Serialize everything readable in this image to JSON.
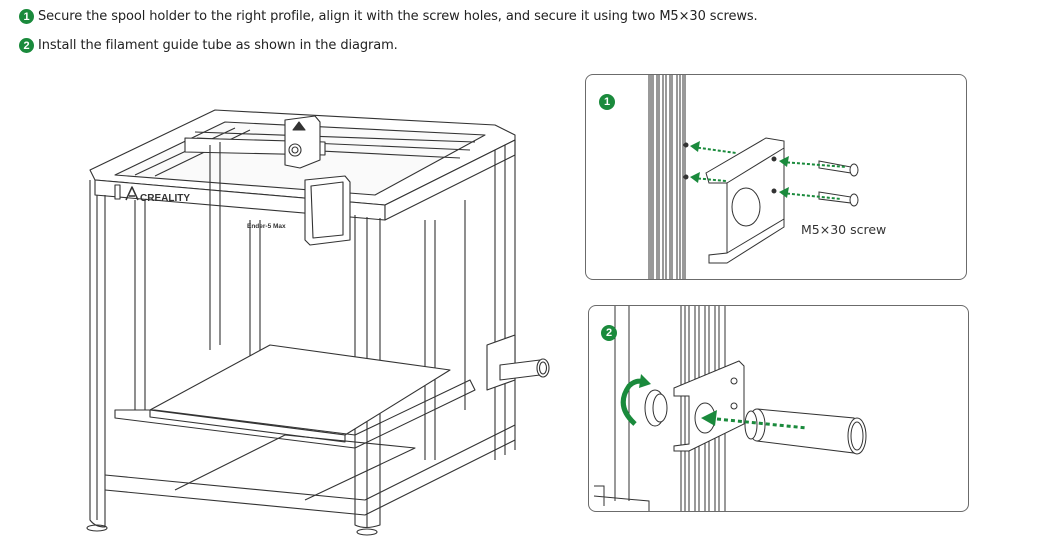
{
  "instructions": [
    {
      "number": "1",
      "text": "Secure the spool holder to the right profile, align it with the screw holes, and secure it using two M5×30 screws."
    },
    {
      "number": "2",
      "text": "Install the filament guide tube as shown in the diagram."
    }
  ],
  "printer_illustration": {
    "brand_label": "CREALITY",
    "model_label": "Ender-5 Max"
  },
  "detail_panels": [
    {
      "number": "1",
      "callout": "M5×30 screw"
    },
    {
      "number": "2"
    }
  ],
  "colors": {
    "accent_green": "#1a8a3c",
    "line_art": "#333333",
    "panel_border": "#6b6b6b"
  }
}
